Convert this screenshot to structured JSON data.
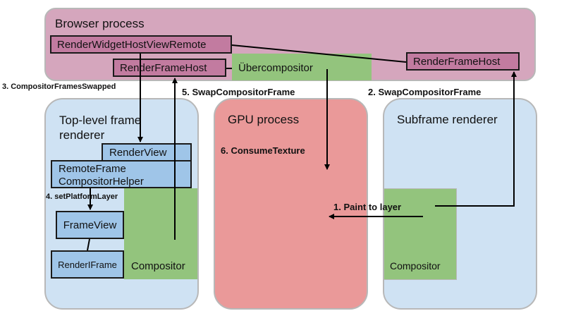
{
  "processes": {
    "browser": {
      "title": "Browser process"
    },
    "top_level": {
      "title_line1": "Top-level frame",
      "title_line2": "renderer"
    },
    "gpu": {
      "title": "GPU process"
    },
    "subframe": {
      "title": "Subframe renderer"
    }
  },
  "components": {
    "render_widget_host_view_remote": "RenderWidgetHostViewRemote",
    "render_frame_host_left": "RenderFrameHost",
    "render_frame_host_right": "RenderFrameHost",
    "ubercompositor": "Übercompositor",
    "render_view": "RenderView",
    "remote_frame_compositor_helper_line1": "RemoteFrame",
    "remote_frame_compositor_helper_line2": "CompositorHelper",
    "frame_view": "FrameView",
    "render_iframe": "RenderIFrame",
    "compositor_top_level": "Compositor",
    "compositor_subframe": "Compositor"
  },
  "steps": {
    "step1": "1. Paint to layer",
    "step2": "2. SwapCompositorFrame",
    "step3": "3. CompositorFramesSwapped",
    "step4": "4. setPlatformLayer",
    "step5": "5. SwapCompositorFrame",
    "step6": "6. ConsumeTexture"
  },
  "colors": {
    "browser_process": "#d5a6bd",
    "renderer_process": "#cfe2f3",
    "gpu_process": "#ea9999",
    "compositor": "#93c47d",
    "browser_component": "#c27ba0",
    "renderer_component": "#9fc5e8"
  }
}
